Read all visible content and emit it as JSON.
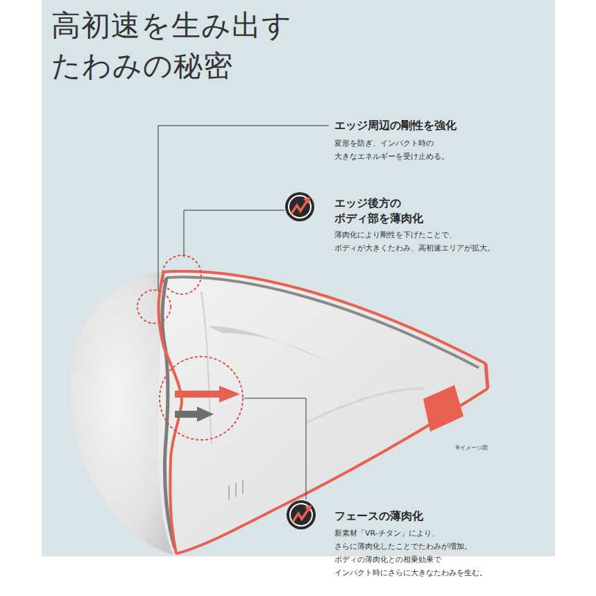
{
  "diagram": {
    "title": "高初速を生み出す たわみの秘密",
    "labels": [
      "エッジ周辺の剛性を強化",
      "変形を防ぎ、インパクト時の 大きなエネルギーを受け止める。",
      "エッジ後方の ボディ部を薄肉化",
      "薄肉化により剛性を下げたことで、 ボディが大きくたわみ、高初速エリアが拡大。",
      "※イメージ図",
      "フェースの薄肉化",
      "新素材「VR-チタン」により、 さらに薄肉化したことでたわみが増加。 ボディの薄肉化との相乗効果で インパクト時にさらに大きなたわみを生む。"
    ]
  }
}
